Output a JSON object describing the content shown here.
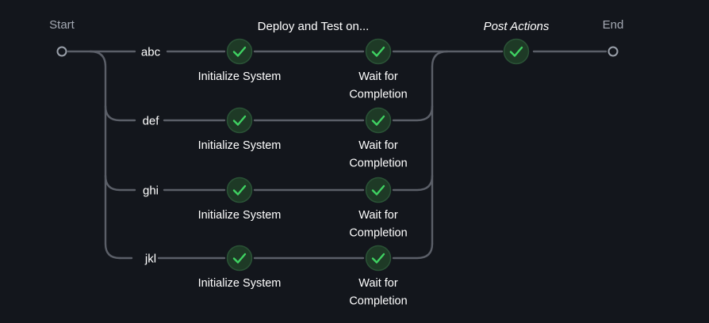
{
  "pipeline": {
    "start_label": "Start",
    "end_label": "End",
    "stage_title": "Deploy and Test on...",
    "post_actions_label": "Post Actions",
    "post_actions_status": "success",
    "branches": [
      {
        "name": "abc",
        "steps": [
          {
            "label_lines": [
              "Initialize System"
            ],
            "status": "success"
          },
          {
            "label_lines": [
              "Wait for",
              "Completion"
            ],
            "status": "success"
          }
        ]
      },
      {
        "name": "def",
        "steps": [
          {
            "label_lines": [
              "Initialize System"
            ],
            "status": "success"
          },
          {
            "label_lines": [
              "Wait for",
              "Completion"
            ],
            "status": "success"
          }
        ]
      },
      {
        "name": "ghi",
        "steps": [
          {
            "label_lines": [
              "Initialize System"
            ],
            "status": "success"
          },
          {
            "label_lines": [
              "Wait for",
              "Completion"
            ],
            "status": "success"
          }
        ]
      },
      {
        "name": "jkl",
        "steps": [
          {
            "label_lines": [
              "Initialize System"
            ],
            "status": "success"
          },
          {
            "label_lines": [
              "Wait for",
              "Completion"
            ],
            "status": "success"
          }
        ]
      }
    ]
  },
  "colors": {
    "background": "#13161c",
    "connector": "#5b5f68",
    "node_fill": "#1e3a26",
    "node_ring": "#2a5236",
    "check": "#3fd262",
    "endpoint_ring": "#9aa0aa",
    "muted_text": "#a4a9b3",
    "text": "#ffffff"
  },
  "icons": {
    "success": "check-icon",
    "endpoint": "hollow-circle-icon"
  }
}
